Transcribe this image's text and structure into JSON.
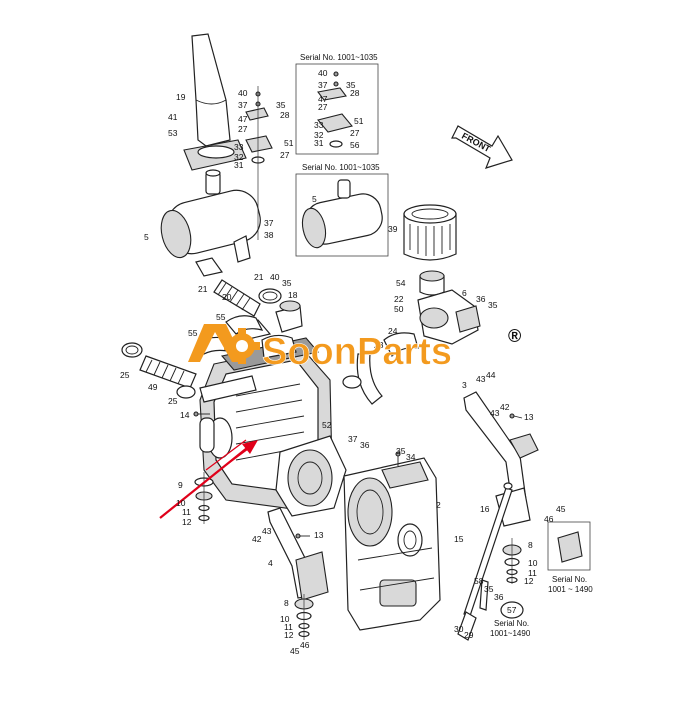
{
  "watermark": {
    "brand": "SoonParts",
    "registered_mark": "®",
    "brand_color": "#f39a1e"
  },
  "arrow_color": "#e0001a",
  "direction_label": "FRONT",
  "serial_boxes": [
    {
      "id": "muffler-bracket-box",
      "text": "Serial No. 1001~1035"
    },
    {
      "id": "muffler-box",
      "text": "Serial No. 1001~1035"
    }
  ],
  "serial_notes": [
    {
      "id": "serial-note-right",
      "line1": "Serial No.",
      "line2": "1001 ~ 1490"
    },
    {
      "id": "serial-note-bottom",
      "line1": "Serial No.",
      "line2": "1001~1490"
    }
  ],
  "callouts": {
    "c19": "19",
    "c41": "41",
    "c53": "53",
    "c5a": "5",
    "c37a": "37",
    "c38": "38",
    "c21a": "21",
    "c20": "20",
    "c21b": "21",
    "c40a": "40",
    "c35a": "35",
    "c18": "18",
    "c55a": "55",
    "c55b": "55",
    "c23": "23",
    "c25a": "25",
    "c49": "49",
    "c25b": "25",
    "c14": "14",
    "c9": "9",
    "c10a": "10",
    "c11a": "11",
    "c12a": "12",
    "b40": "40",
    "b37": "37",
    "b35": "35",
    "b47": "47",
    "b28": "28",
    "b27a": "27",
    "b33": "33",
    "b51": "51",
    "b32": "32",
    "b27b": "27",
    "b31": "31",
    "b56": "56",
    "l40": "40",
    "l37": "37",
    "l35": "35",
    "l47": "47",
    "l28": "28",
    "l27a": "27",
    "l33": "33",
    "l51": "51",
    "l32": "32",
    "l27b": "27",
    "l31": "31",
    "m5": "5",
    "c39": "39",
    "c54": "54",
    "c22": "22",
    "c50": "50",
    "c6": "6",
    "c36a": "36",
    "c35b": "35",
    "c24": "24",
    "c3": "3",
    "c43a": "43",
    "c44": "44",
    "c43b": "43",
    "c42a": "42",
    "c13a": "13",
    "c52": "52",
    "c37b": "37",
    "c36b": "36",
    "c35c": "35",
    "c34": "34",
    "c2": "2",
    "c16": "16",
    "c45a": "45",
    "c46a": "46",
    "c8a": "8",
    "c10b": "10",
    "c11b": "11",
    "c12b": "12",
    "c43c": "43",
    "c42b": "42",
    "c13b": "13",
    "c4": "4",
    "c15": "15",
    "c58": "58",
    "c35d": "35",
    "c36c": "36",
    "c57": "57",
    "c30": "30",
    "c29": "29",
    "c8b": "8",
    "c10c": "10",
    "c11c": "11",
    "c12c": "12",
    "c45b": "45",
    "c46b": "46"
  }
}
